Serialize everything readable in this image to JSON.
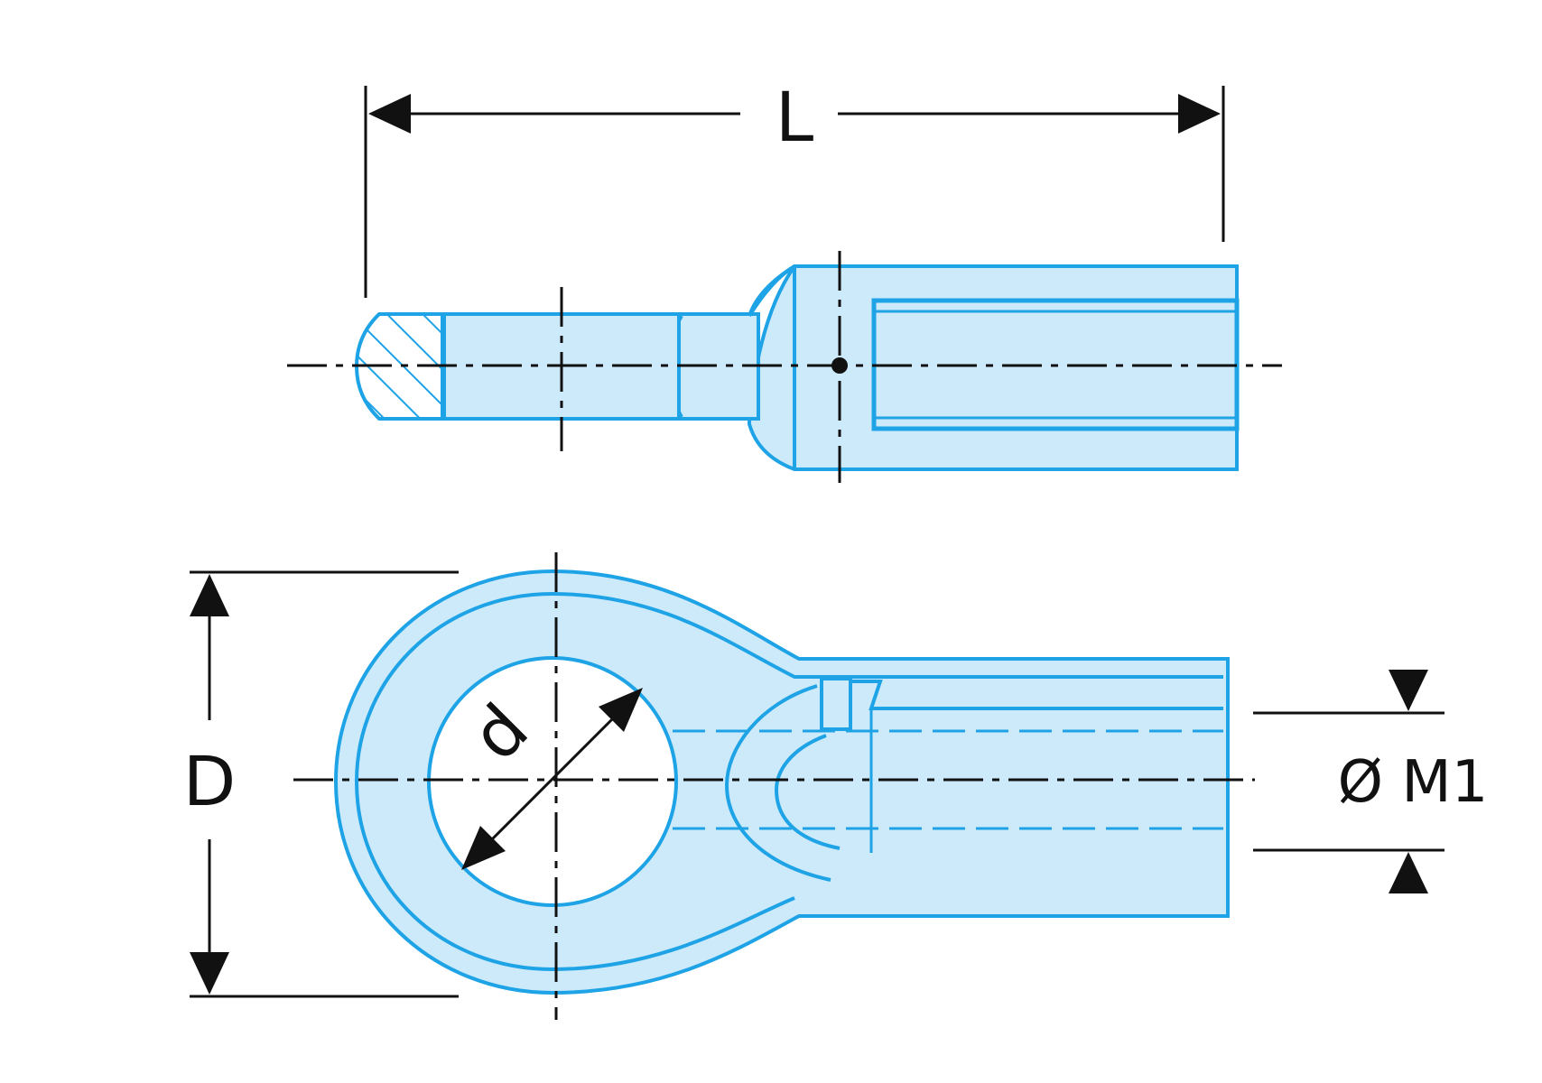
{
  "labels": {
    "length": "L",
    "outer_diameter": "D",
    "inner_diameter": "d",
    "thread": "Ø M1"
  },
  "colors": {
    "part_fill": "#cdeafa",
    "part_stroke": "#1ea3e6",
    "line": "#111111",
    "background": "#ffffff"
  }
}
